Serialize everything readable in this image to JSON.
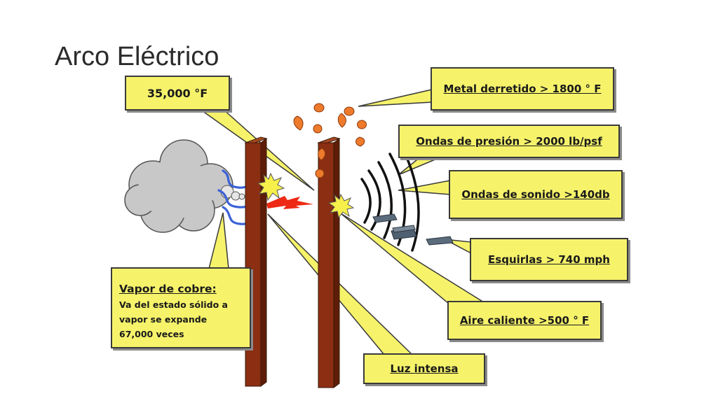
{
  "title": "Arco Eléctrico",
  "callouts": {
    "temperature": "35,000 °F",
    "metal": "Metal derretido > 1800 ° F",
    "pressure": "Ondas de presión > 2000 lb/psf",
    "sound": "Ondas de sonido >140db",
    "shrapnel": "Esquirlas > 740 mph",
    "hot_air": "Aire caliente >500 ° F",
    "light": "Luz intensa",
    "vapor": {
      "title": "Vapor de cobre:",
      "lines": [
        "Va del estado sólido a",
        "vapor se expande",
        "67,000 veces"
      ]
    }
  },
  "colors": {
    "callout_fill": "#f6f36b",
    "pole": "#8b2e12",
    "smoke": "#c8c8c8",
    "metal_drops": "#ee7a2c",
    "arc": "#ee2a14",
    "copper_vapor_lines": "#3a62d8",
    "shrapnel": "#5a6b7c"
  },
  "icons": [
    "smoke-cloud-icon",
    "spark-burst-icon",
    "lightning-arc-icon",
    "molten-drop-icon",
    "shrapnel-fragment-icon"
  ]
}
